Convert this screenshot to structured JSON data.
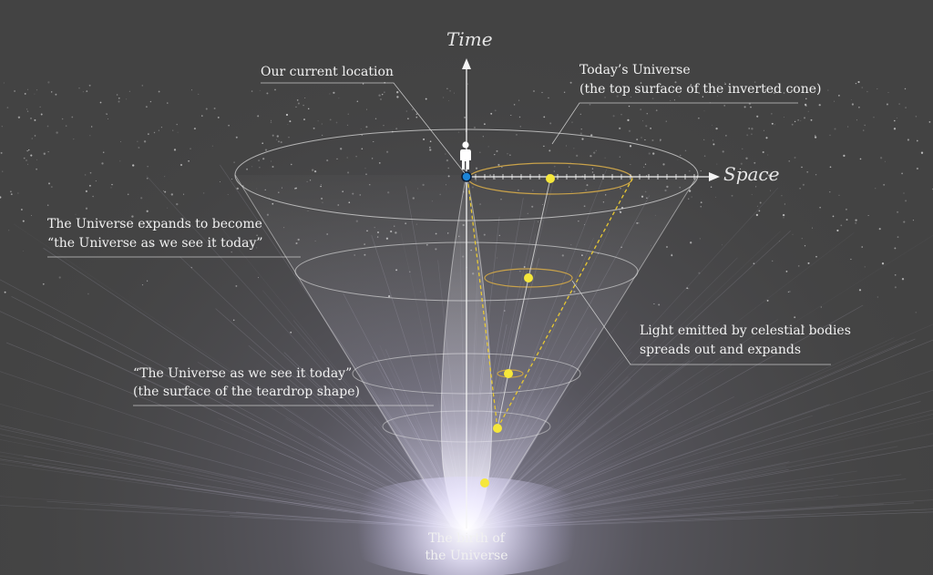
{
  "labels": {
    "time_axis": "Time",
    "space_axis": "Space",
    "current_location": "Our current location",
    "todays_universe_line1": "Today’s Universe",
    "todays_universe_line2": "(the top surface of the inverted cone)",
    "expands_line1": "The Universe expands to become",
    "expands_line2": "“the Universe as we see it today”",
    "light_line1": "Light emitted by celestial bodies",
    "light_line2": "spreads out and expands",
    "as_we_see_line1": "“The Universe as we see it today”",
    "as_we_see_line2": "(the surface of the teardrop shape)",
    "birth_line1": "The birth of",
    "birth_line2": "the Universe"
  },
  "icons": {
    "observer": "person-icon",
    "location_marker": "dot-icon",
    "celestial_body": "star-dot-icon"
  },
  "colors": {
    "background": "#434343",
    "observer_dot": "#1c84d6",
    "light_path": "#e8c832",
    "light_rings": "#c9a24a",
    "celestial_body": "#f5e73a",
    "label_text": "#f1f1f1"
  }
}
